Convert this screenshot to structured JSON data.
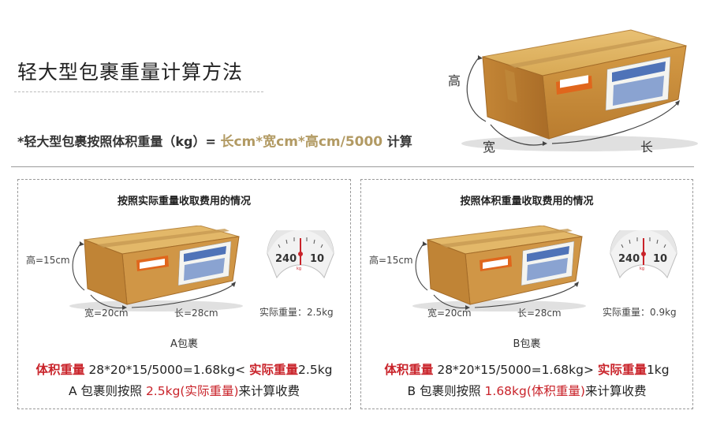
{
  "title": "轻大型包裹重量计算方法",
  "formula": {
    "prefix": "*轻大型包裹按照体积重量（kg）=",
    "expr": "长cm*宽cm*高cm/5000",
    "suffix": "计算"
  },
  "hero": {
    "height_label": "高",
    "width_label": "宽",
    "length_label": "长"
  },
  "panels": [
    {
      "title": "按照实际重量收取费用的情况",
      "height": "高=15cm",
      "width": "宽=20cm",
      "length": "长=28cm",
      "actual_weight": "实际重量：2.5kg",
      "scale_reading": {
        "left": "240",
        "right": "10",
        "unit": "kg"
      },
      "package_name": "A包裹",
      "line1_term": "体积重量",
      "line1_calc": "28*20*15/5000=1.68kg",
      "line1_op": "<",
      "line1_term2": "实际重量",
      "line1_value": "2.5kg",
      "line2_prefix": "A 包裹则按照",
      "line2_highlight": "2.5kg(实际重量)",
      "line2_suffix": "来计算收费"
    },
    {
      "title": "按照体积重量收取费用的情况",
      "height": "高=15cm",
      "width": "宽=20cm",
      "length": "长=28cm",
      "actual_weight": "实际重量：0.9kg",
      "scale_reading": {
        "left": "240",
        "right": "10",
        "unit": "kg"
      },
      "package_name": "B包裹",
      "line1_term": "体积重量",
      "line1_calc": "28*20*15/5000=1.68kg",
      "line1_op": ">",
      "line1_term2": "实际重量",
      "line1_value": "1kg",
      "line2_prefix": "B 包裹则按照",
      "line2_highlight": "1.68kg(体积重量)",
      "line2_suffix": "来计算收费"
    }
  ],
  "colors": {
    "highlight_gold": "#b29a63",
    "highlight_red": "#c9232a",
    "box": "#d9a84f"
  }
}
